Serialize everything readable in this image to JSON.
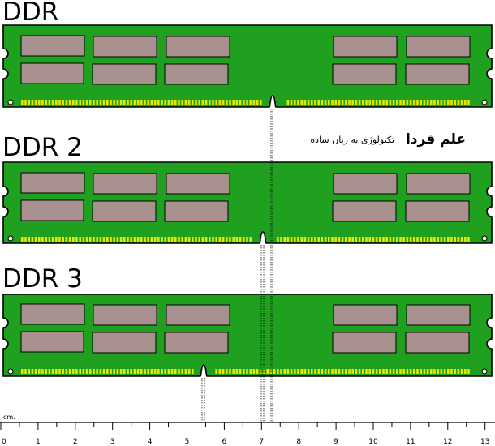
{
  "modules": [
    {
      "title": "DDR",
      "notch_cm": 7.3
    },
    {
      "title": "DDR 2",
      "notch_cm": 7.05
    },
    {
      "title": "DDR 3",
      "notch_cm": 5.45
    }
  ],
  "watermark": {
    "brand": "علم فردا",
    "tagline": "تکنولوژی به زبان ساده"
  },
  "ruler": {
    "unit": "cm.",
    "ticks": [
      "0",
      "1",
      "2",
      "3",
      "4",
      "5",
      "6",
      "7",
      "8",
      "9",
      "10",
      "11",
      "12",
      "13"
    ]
  },
  "colors": {
    "pcb": "#1fa01f",
    "chip": "#a8908f",
    "contacts": "#e6e600",
    "outline": "#000000"
  }
}
